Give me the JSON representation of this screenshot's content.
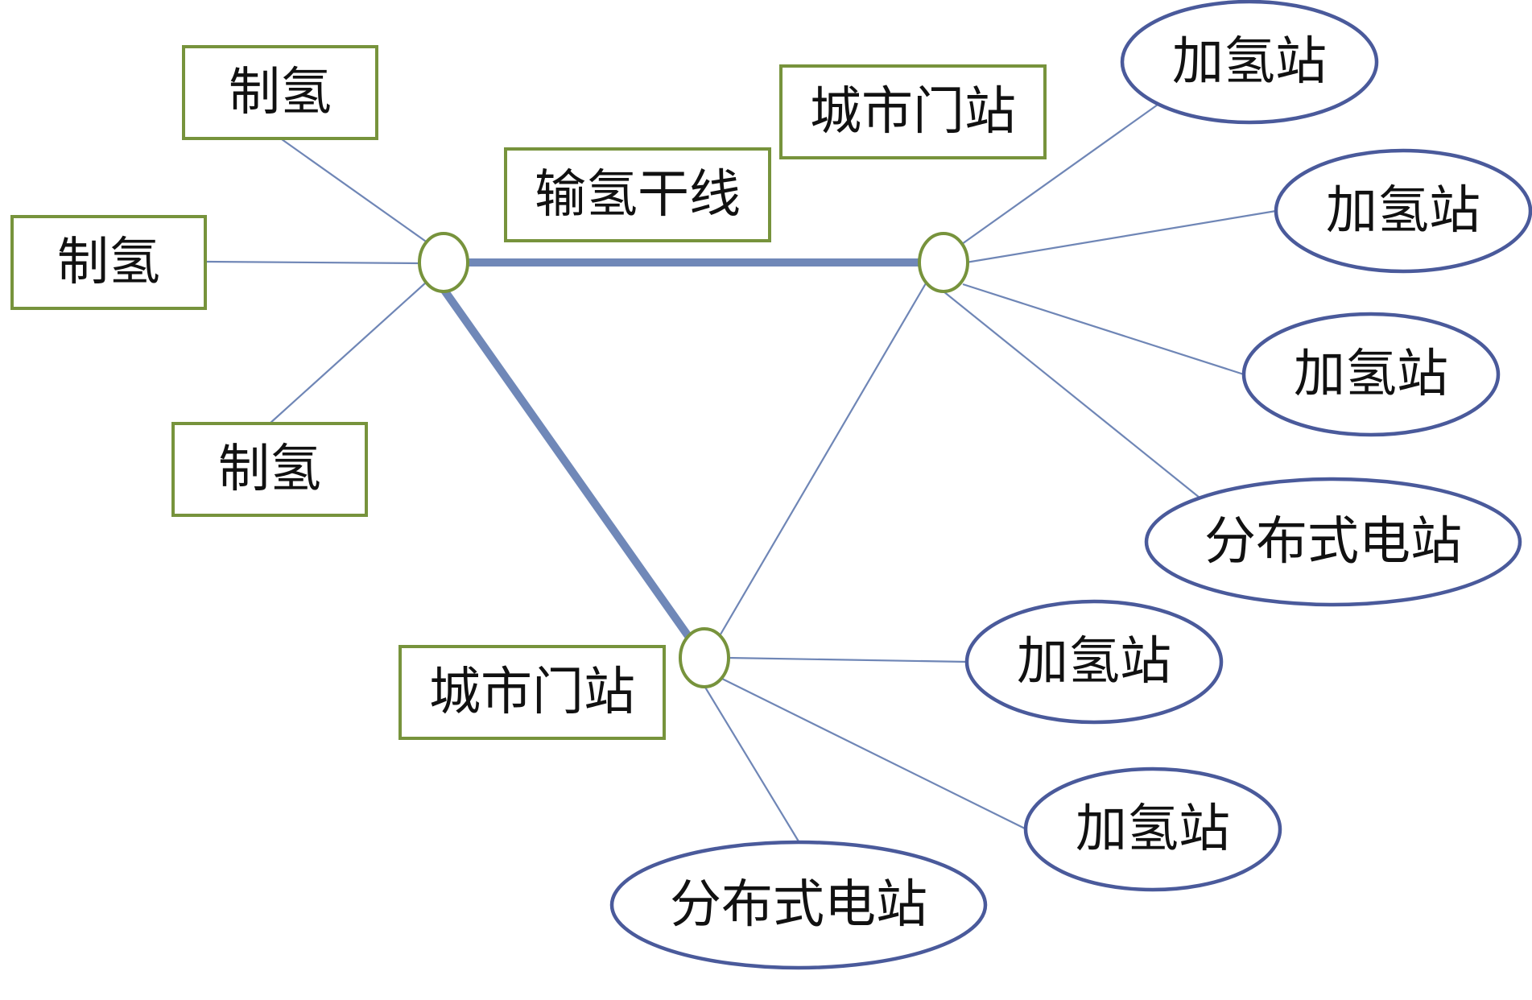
{
  "labels": {
    "production_1": "制氢",
    "production_2": "制氢",
    "production_3": "制氢",
    "trunk_line": "输氢干线",
    "city_gate_east": "城市门站",
    "city_gate_south": "城市门站",
    "station_e1": "加氢站",
    "station_e2": "加氢站",
    "station_e3": "加氢站",
    "power_east": "分布式电站",
    "station_s1": "加氢站",
    "station_s2": "加氢站",
    "power_south": "分布式电站"
  },
  "colors": {
    "box_border": "#77933c",
    "oval_border": "#4a5a9b",
    "trunk_line": "#7088b8",
    "branch_line": "#6f86b6"
  }
}
